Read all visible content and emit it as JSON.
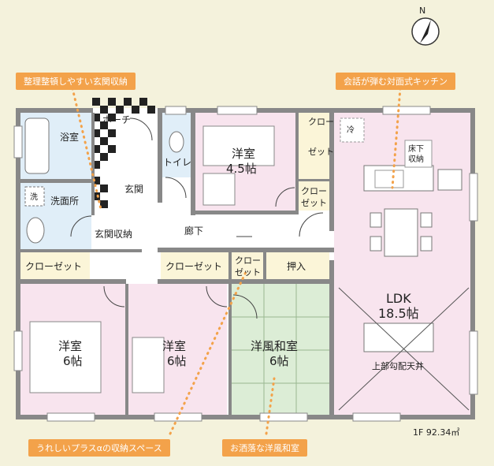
{
  "compass": {
    "north_label": "N"
  },
  "callouts": {
    "entrance_storage": "整理整頓しやすい玄関収納",
    "kitchen": "会話が弾む対面式キッチン",
    "extra_storage": "うれしいプラスαの収納スペース",
    "japanese_room": "お洒落な洋風和室"
  },
  "rooms": {
    "bath": "浴室",
    "porch": "ポーチ",
    "toilet": "トイレ",
    "western_45_name": "洋室",
    "western_45_size": "4.5帖",
    "closet_a_line1": "クロー",
    "closet_a_line2": "ゼット",
    "closet_b_line1": "クロー",
    "closet_b_line2": "ゼット",
    "washroom": "洗面所",
    "wash_mark": "洗",
    "entrance": "玄関",
    "entrance_storage": "玄関収納",
    "hallway": "廊下",
    "closet_left": "クローゼット",
    "closet_mid": "クローゼット",
    "closet_c_line1": "クロー",
    "closet_c_line2": "ゼット",
    "oshiire": "押入",
    "western_6a_name": "洋室",
    "western_6a_size": "6帖",
    "western_6b_name": "洋室",
    "western_6b_size": "6帖",
    "wafu_name": "洋風和室",
    "wafu_size": "6帖",
    "ldk_name": "LDK",
    "ldk_size": "18.5帖",
    "ceiling_note": "上部勾配天井",
    "underfloor_line1": "床下",
    "underfloor_line2": "収納",
    "fridge_mark": "冷"
  },
  "floor_area": "1F 92.34㎡"
}
